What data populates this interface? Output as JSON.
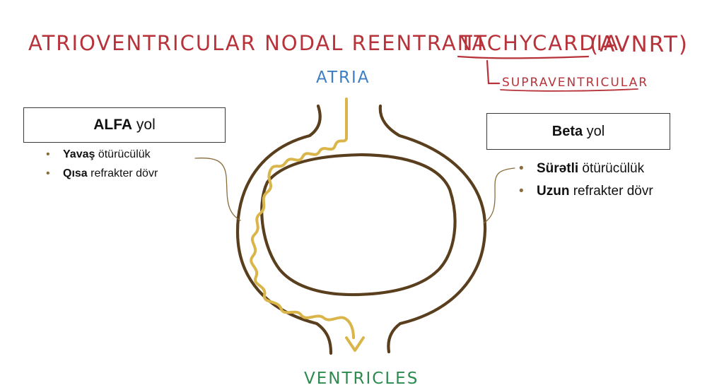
{
  "title": {
    "main": "Atrioventricular Nodal Reentrant",
    "tachy": "Tachycardia",
    "abbr": "(AVNRT)",
    "sub": "Supraventricular"
  },
  "labels": {
    "top": "Atria",
    "bottom": "Ventricles"
  },
  "alfa": {
    "box_bold": "ALFA",
    "box_rest": " yol",
    "items": [
      {
        "bold": "Yavaş",
        "rest": " ötürücülük"
      },
      {
        "bold": "Qısa",
        "rest": " refrakter dövr"
      }
    ]
  },
  "beta": {
    "box_bold": "Beta",
    "box_rest": " yol",
    "items": [
      {
        "bold": "Sürətli",
        "rest": " ötürücülük"
      },
      {
        "bold": "Uzun",
        "rest": " refrakter dövr"
      }
    ]
  },
  "colors": {
    "title_red": "#b8323a",
    "atria_blue": "#3d7fc4",
    "ventricles_green": "#2e8b4f",
    "tissue_brown": "#5a3f1e",
    "impulse_yellow": "#d9b54a",
    "bullet_tan": "#8a6d3b"
  }
}
